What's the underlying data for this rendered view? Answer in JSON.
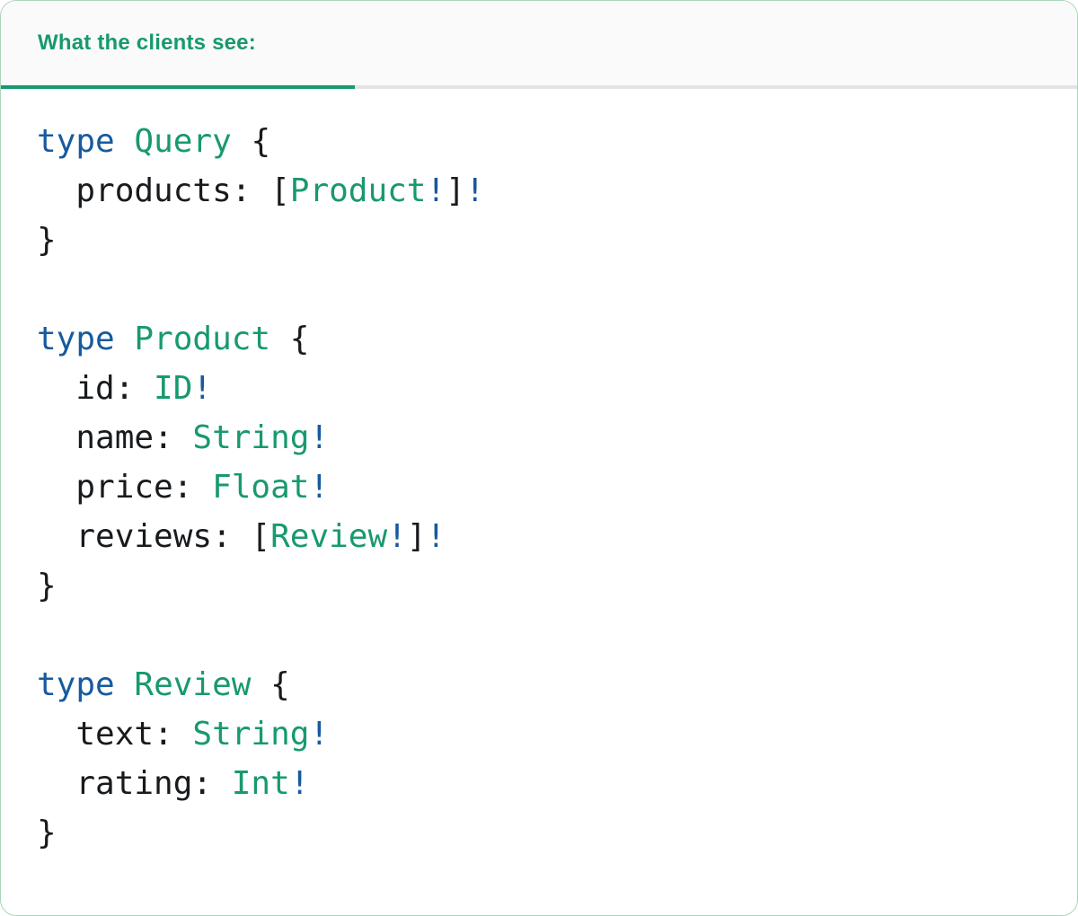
{
  "tabs": [
    {
      "label": "What the clients see:",
      "active": true
    }
  ],
  "colors": {
    "teal": "#18996f",
    "blue": "#175a9e",
    "plain": "#181b1e",
    "card_border": "#a9d5bb",
    "header_bg": "#fafafa",
    "divider": "#e4e4e4",
    "background": "#ffffff"
  },
  "code": {
    "source": "type Query {\n  products: [Product!]!\n}\n\ntype Product {\n  id: ID!\n  name: String!\n  price: Float!\n  reviews: [Review!]!\n}\n\ntype Review {\n  text: String!\n  rating: Int!\n}",
    "lines": [
      [
        [
          "kw",
          "type"
        ],
        [
          "pl",
          " "
        ],
        [
          "ty",
          "Query"
        ],
        [
          "pl",
          " {"
        ]
      ],
      [
        [
          "pl",
          "  products: ["
        ],
        [
          "ty",
          "Product"
        ],
        [
          "bang",
          "!"
        ],
        [
          "pl",
          "]"
        ],
        [
          "bang",
          "!"
        ]
      ],
      [
        [
          "pl",
          "}"
        ]
      ],
      [],
      [
        [
          "kw",
          "type"
        ],
        [
          "pl",
          " "
        ],
        [
          "ty",
          "Product"
        ],
        [
          "pl",
          " {"
        ]
      ],
      [
        [
          "pl",
          "  id: "
        ],
        [
          "ty",
          "ID"
        ],
        [
          "bang",
          "!"
        ]
      ],
      [
        [
          "pl",
          "  name: "
        ],
        [
          "ty",
          "String"
        ],
        [
          "bang",
          "!"
        ]
      ],
      [
        [
          "pl",
          "  price: "
        ],
        [
          "ty",
          "Float"
        ],
        [
          "bang",
          "!"
        ]
      ],
      [
        [
          "pl",
          "  reviews: ["
        ],
        [
          "ty",
          "Review"
        ],
        [
          "bang",
          "!"
        ],
        [
          "pl",
          "]"
        ],
        [
          "bang",
          "!"
        ]
      ],
      [
        [
          "pl",
          "}"
        ]
      ],
      [],
      [
        [
          "kw",
          "type"
        ],
        [
          "pl",
          " "
        ],
        [
          "ty",
          "Review"
        ],
        [
          "pl",
          " {"
        ]
      ],
      [
        [
          "pl",
          "  text: "
        ],
        [
          "ty",
          "String"
        ],
        [
          "bang",
          "!"
        ]
      ],
      [
        [
          "pl",
          "  rating: "
        ],
        [
          "ty",
          "Int"
        ],
        [
          "bang",
          "!"
        ]
      ],
      [
        [
          "pl",
          "}"
        ]
      ]
    ]
  }
}
